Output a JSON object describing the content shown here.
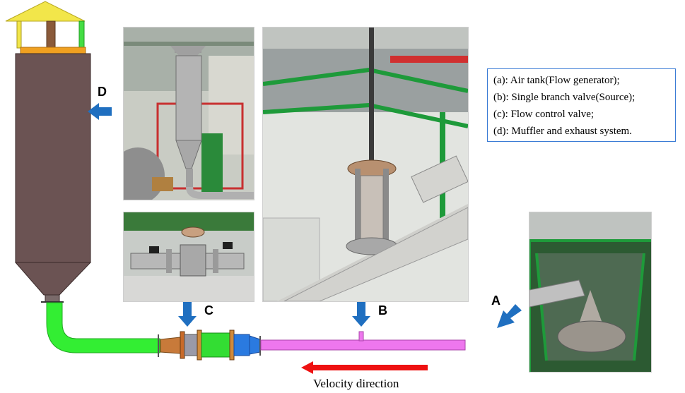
{
  "labels": {
    "a": "A",
    "b": "B",
    "c": "C",
    "d": "D"
  },
  "legend": {
    "items": [
      "(a): Air tank(Flow generator);",
      "(b): Single branch valve(Source);",
      "(c): Flow control valve;",
      "(d): Muffler and exhaust system."
    ]
  },
  "velocity_label": "Velocity direction",
  "colors": {
    "pipe_green": "#33ee33",
    "pipe_pink": "#ee77ee",
    "tower_body": "#6b5353",
    "roof": "#f2e64a",
    "tower_band": "#f0a020",
    "arrow_blue": "#1f6fc0",
    "arrow_red": "#ee1111",
    "legend_border": "#3a7bd5"
  }
}
